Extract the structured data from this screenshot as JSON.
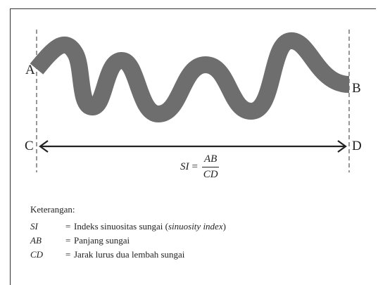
{
  "points": {
    "a": "A",
    "b": "B",
    "c": "C",
    "d": "D"
  },
  "formula": {
    "lhs": "SI",
    "equals": "=",
    "numerator": "AB",
    "denominator": "CD"
  },
  "legend": {
    "title": "Keterangan:",
    "rows": [
      {
        "symbol": "SI",
        "equals": "=",
        "text": "Indeks sinuositas sungai (",
        "italic": "sinuosity index",
        "after": ")"
      },
      {
        "symbol": "AB",
        "equals": "=",
        "text": "Panjang sungai"
      },
      {
        "symbol": "CD",
        "equals": "=",
        "text": "Jarak lurus dua lembah sungai"
      }
    ]
  },
  "colors": {
    "river": "#6e6e6e",
    "lines": "#222222",
    "dashed": "#777777"
  }
}
